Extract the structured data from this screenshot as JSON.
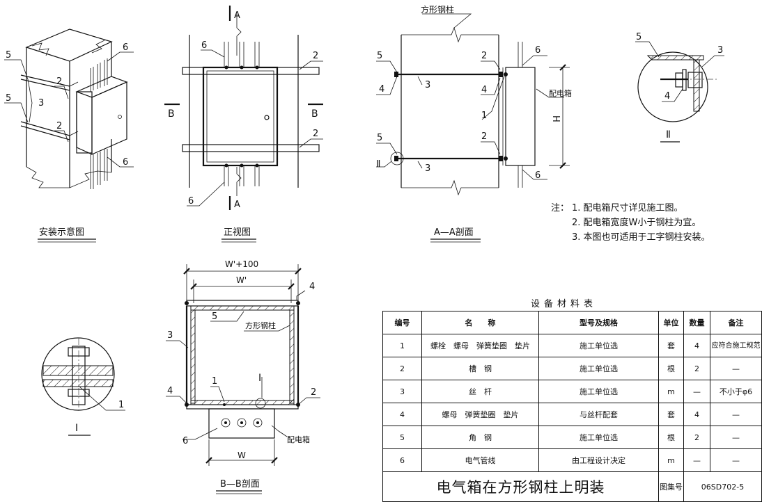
{
  "views": {
    "install": "安装示意图",
    "front": "正视图",
    "aa": "A—A剖面",
    "bb": "B—B剖面",
    "detail1": "I",
    "detail2": "Ⅱ"
  },
  "section_marks": {
    "a": "A",
    "b": "B"
  },
  "labels": {
    "square_column": "方形钢柱",
    "box": "配电箱",
    "h": "H",
    "w_plus": "W'+100",
    "w_prime": "W'",
    "w": "W"
  },
  "callouts": {
    "n1": "1",
    "n2": "2",
    "n3": "3",
    "n4": "4",
    "n5": "5",
    "n6": "6"
  },
  "notes": {
    "lead": "注：",
    "items": [
      "1. 配电箱尺寸详见施工图。",
      "2. 配电箱宽度W小于钢柱为宜。",
      "3. 本图也可适用于工字钢柱安装。"
    ]
  },
  "table": {
    "title": "设备材料表",
    "headers": [
      "编号",
      "名　　称",
      "型号及规格",
      "单位",
      "数量",
      "备注"
    ],
    "rows": [
      [
        "1",
        "螺栓　螺母　弹簧垫圈　垫片",
        "施工单位选",
        "套",
        "4",
        "应符合施工规范"
      ],
      [
        "2",
        "槽　钢",
        "施工单位选",
        "根",
        "2",
        "—"
      ],
      [
        "3",
        "丝　杆",
        "施工单位选",
        "m",
        "—",
        "不小于φ6"
      ],
      [
        "4",
        "螺母　弹簧垫圈　垫片",
        "与丝杆配套",
        "套",
        "4",
        "—"
      ],
      [
        "5",
        "角　钢",
        "施工单位选",
        "根",
        "2",
        "—"
      ],
      [
        "6",
        "电气管线",
        "由工程设计决定",
        "m",
        "—",
        "—"
      ]
    ],
    "footer_title": "电气箱在方形钢柱上明装",
    "atlas_label": "图集号",
    "atlas_number": "06SD702-5"
  }
}
